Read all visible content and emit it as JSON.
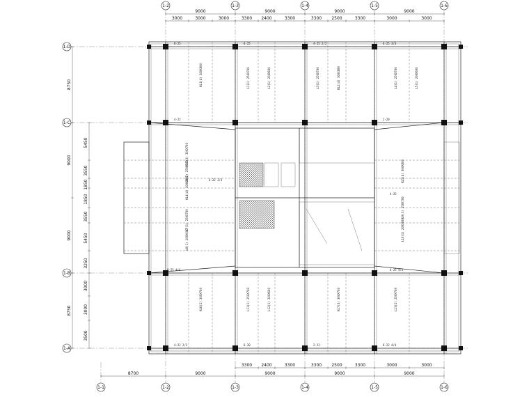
{
  "axes_top": [
    "1-2",
    "1-3",
    "1-4",
    "1-5",
    "1-6"
  ],
  "axes_bottom": [
    "1-1",
    "1-2",
    "1-3",
    "1-4",
    "1-5",
    "1-6"
  ],
  "axes_left": [
    "1-D",
    "1-C",
    "1-B",
    "1-A"
  ],
  "dims_top_major": [
    "9000",
    "9000",
    "9000",
    "9000"
  ],
  "dims_top_minor": [
    "3000",
    "3000",
    "3000",
    "3300",
    "2400",
    "3300",
    "3300",
    "2500",
    "3300",
    "3000",
    "3000"
  ],
  "dims_bottom_minor": [
    "3300",
    "2400",
    "3300",
    "3300",
    "2500",
    "3300",
    "3000",
    "3000"
  ],
  "dims_bottom_major": [
    "8700",
    "9000",
    "9000",
    "9000",
    "9000"
  ],
  "dims_left_outer": [
    "8750",
    "9000",
    "9000",
    "8750"
  ],
  "dims_left_inner": [
    "5450",
    "3550",
    "1850",
    "1850",
    "3550",
    "5450",
    "3250",
    "3000",
    "3000",
    "3500"
  ],
  "beam_notes": [
    "KL1(4) 300X800",
    "L1(1) 250X700",
    "L2(1) 200X600",
    "L3(1) 250X700",
    "KL2(4) 300X800",
    "L4(1) 250X700",
    "L5(1) 200X600",
    "KL3(3) 300X700",
    "L6(2) 250X700",
    "KL4(4) 300X800",
    "L7(1) 250X700",
    "L8(1) 200X600",
    "KL5(4) 300X800",
    "L9(1) 250X700",
    "L10(1) 200X600",
    "KL6(2) 300X700",
    "L11(1) 250X700",
    "L12(1) 200X600",
    "KL7(3) 300X700",
    "L13(2) 250X700"
  ],
  "rebar_notes": [
    "8-25",
    "6-25",
    "4-25 2/2",
    "6-25 3/3",
    "4-22",
    "2-20",
    "6-22 3/3",
    "4-25",
    "8-25 4/4",
    "6-25 4/2",
    "4-22 2/2",
    "6-20",
    "2-22",
    "8-22 4/4"
  ]
}
